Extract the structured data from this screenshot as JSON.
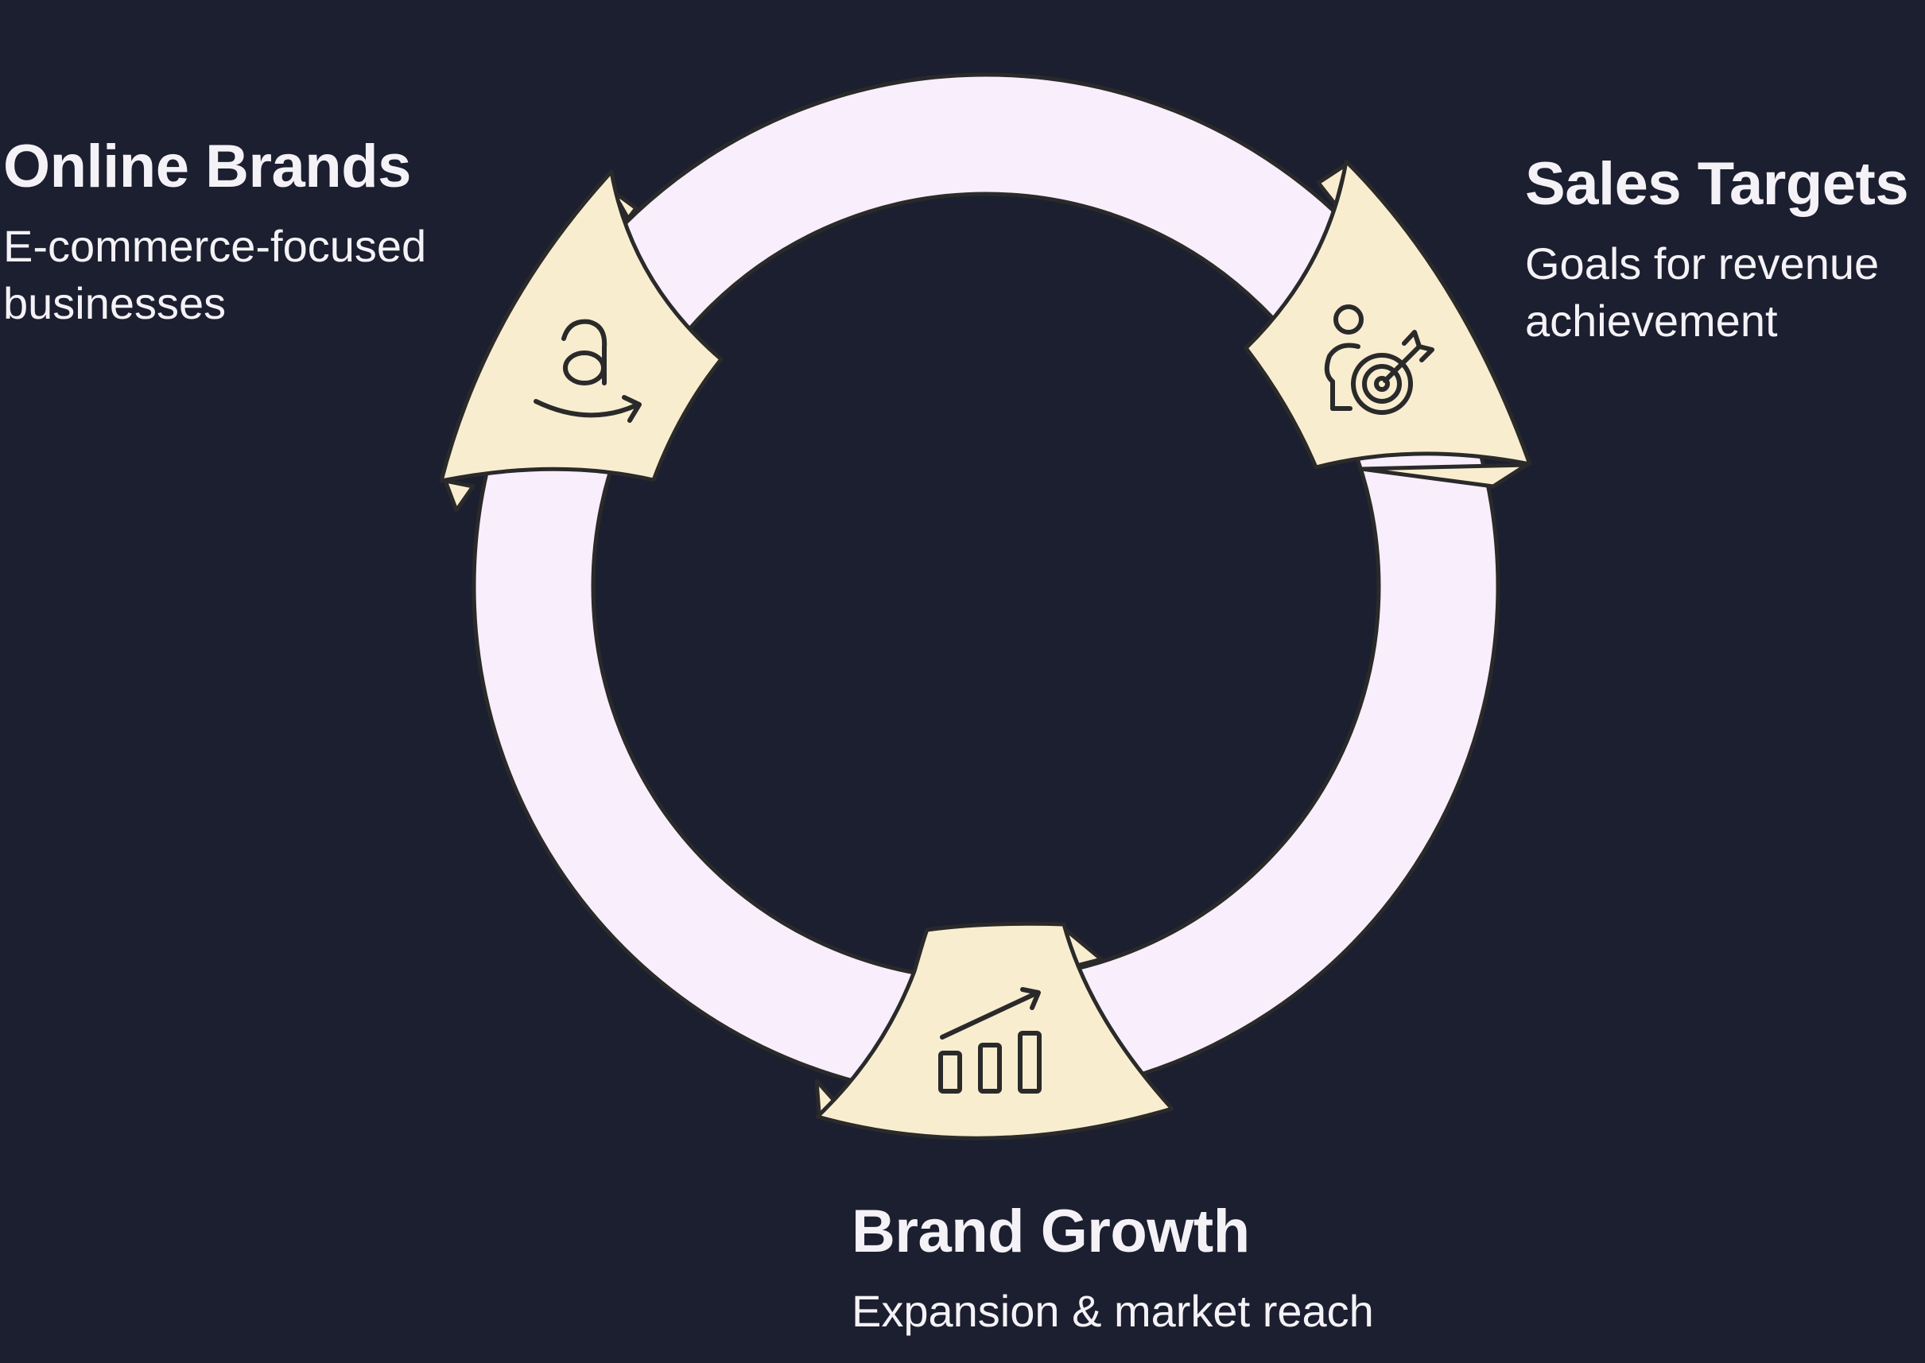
{
  "colors": {
    "background": "#1b1f2f",
    "ring_fill": "#f8eefc",
    "arrow_fill": "#f9edd0",
    "outline": "#2a2a2a",
    "text": "#f5f2f7"
  },
  "cycle": {
    "steps": [
      {
        "id": "online-brands",
        "title": "Online Brands",
        "description": "E-commerce-focused businesses",
        "icon": "amazon-logo-icon"
      },
      {
        "id": "sales-targets",
        "title": "Sales Targets",
        "description": "Goals for revenue achievement",
        "icon": "person-target-icon"
      },
      {
        "id": "brand-growth",
        "title": "Brand Growth",
        "description": "Expansion & market reach",
        "icon": "growth-chart-icon"
      }
    ]
  }
}
